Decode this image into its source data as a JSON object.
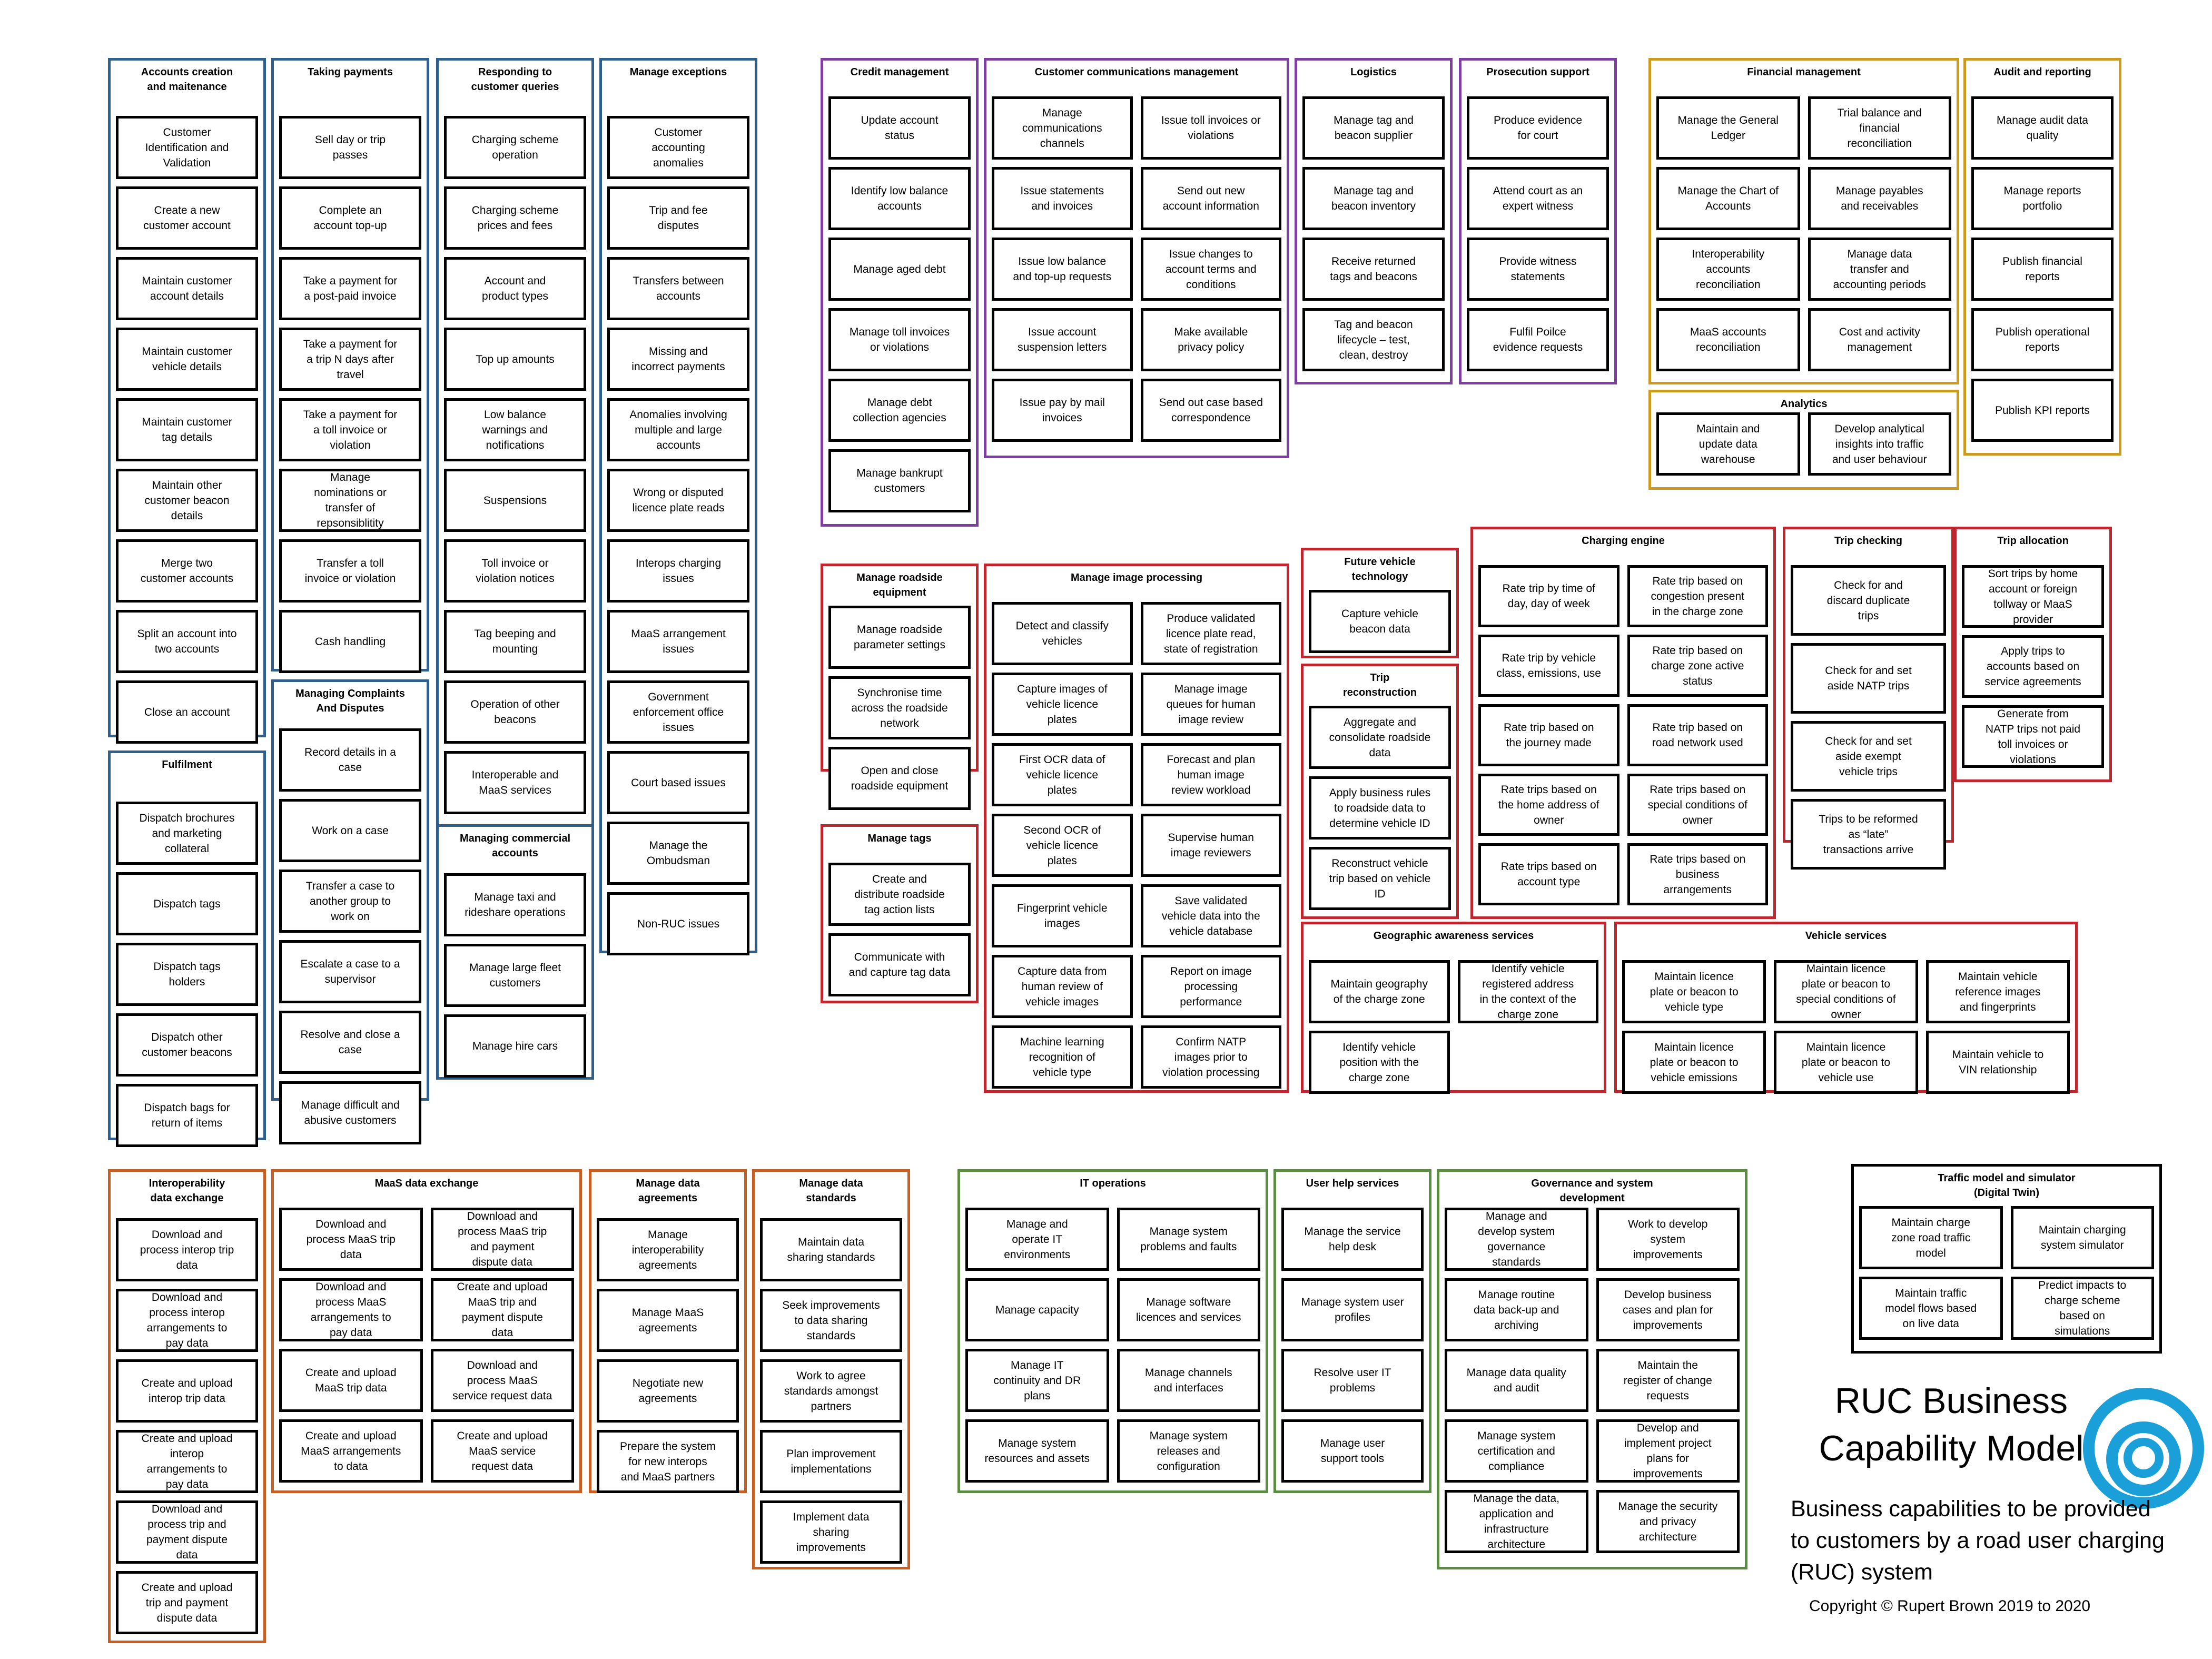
{
  "colors": {
    "blue": "#2f5f8a",
    "purple": "#7d3f9f",
    "gold": "#cc9a21",
    "red": "#c0262e",
    "orange": "#c85f22",
    "green": "#5b8c43",
    "black": "#000000",
    "logo": "#1a9fd9"
  },
  "legend": {
    "title": "RUC Business Capability Model",
    "description": "Business capabilities to be provided\nto customers by a road user charging\n(RUC) system",
    "copyright": "Copyright © Rupert Brown  2019 to 2020",
    "logo_icon": "concentric-ring-logo-icon"
  },
  "groups": [
    {
      "title": "Accounts creation\nand maitenance",
      "color": "blue",
      "items": [
        "Customer\nIdentification and\nValidation",
        "Create a new\ncustomer account",
        "Maintain customer\naccount details",
        "Maintain customer\nvehicle details",
        "Maintain customer\ntag details",
        "Maintain other\ncustomer beacon\ndetails",
        "Merge two\ncustomer accounts",
        "Split an account into\ntwo accounts",
        "Close an account"
      ]
    },
    {
      "title": "Taking payments",
      "color": "blue",
      "items": [
        "Sell day or trip\npasses",
        "Complete an\naccount top-up",
        "Take a payment for\na post-paid invoice",
        "Take a payment for\na trip N days after\ntravel",
        "Take a payment for\na toll invoice or\nviolation",
        "Manage\nnominations or\ntransfer of\nrepsonsiblitity",
        "Transfer a toll\ninvoice or violation",
        "Cash handling"
      ]
    },
    {
      "title": "Responding to\ncustomer queries",
      "color": "blue",
      "items": [
        "Charging scheme\noperation",
        "Charging scheme\nprices and fees",
        "Account and\nproduct types",
        "Top up amounts",
        "Low balance\nwarnings and\nnotifications",
        "Suspensions",
        "Toll invoice or\nviolation notices",
        "Tag beeping and\nmounting",
        "Operation of other\nbeacons",
        "Interoperable and\nMaaS services"
      ]
    },
    {
      "title": "Manage exceptions",
      "color": "blue",
      "items": [
        "Customer\naccounting\nanomalies",
        "Trip and fee\ndisputes",
        "Transfers between\naccounts",
        "Missing and\nincorrect payments",
        "Anomalies involving\nmultiple and large\naccounts",
        "Wrong or disputed\nlicence plate reads",
        "Interops charging\nissues",
        "MaaS arrangement\nissues",
        "Government\nenforcement office\nissues",
        "Court based issues",
        "Manage the\nOmbudsman",
        "Non-RUC issues"
      ]
    },
    {
      "title": "Fulfilment",
      "color": "blue",
      "items": [
        "Dispatch brochures\nand marketing\ncollateral",
        "Dispatch tags",
        "Dispatch tags\nholders",
        "Dispatch other\ncustomer beacons",
        "Dispatch bags for\nreturn of items"
      ]
    },
    {
      "title": "Managing Complaints\nAnd Disputes",
      "color": "blue",
      "items": [
        "Record details in a\ncase",
        "Work on a case",
        "Transfer a case to\nanother group to\nwork on",
        "Escalate a case to a\nsupervisor",
        "Resolve and close a\ncase",
        "Manage difficult and\nabusive customers"
      ]
    },
    {
      "title": "Managing commercial\naccounts",
      "color": "blue",
      "items": [
        "Manage taxi and\nrideshare operations",
        "Manage large fleet\ncustomers",
        "Manage hire cars"
      ]
    },
    {
      "title": "Credit management",
      "color": "purple",
      "items": [
        "Update account\nstatus",
        "Identify low balance\naccounts",
        "Manage aged debt",
        "Manage toll invoices\nor violations",
        "Manage debt\ncollection agencies",
        "Manage bankrupt\ncustomers"
      ]
    },
    {
      "title": "Customer communications  management",
      "color": "purple",
      "items": [
        "Manage\ncommunications\nchannels",
        "Issue toll invoices or\nviolations",
        "Issue statements\nand invoices",
        "Send out new\naccount information",
        "Issue low balance\nand top-up requests",
        "Issue changes to\naccount terms and\nconditions",
        "Issue account\nsuspension letters",
        "Make available\nprivacy policy",
        "Issue pay by mail\ninvoices",
        "Send out case based\ncorrespondence"
      ]
    },
    {
      "title": "Logistics",
      "color": "purple",
      "items": [
        "Manage tag and\nbeacon supplier",
        "Manage tag and\nbeacon inventory",
        "Receive returned\ntags and beacons",
        "Tag and beacon\nlifecycle – test,\nclean, destroy"
      ]
    },
    {
      "title": "Prosecution support",
      "color": "purple",
      "items": [
        "Produce evidence\nfor court",
        "Attend court as an\nexpert witness",
        "Provide witness\nstatements",
        "Fulfil Poilce\nevidence requests"
      ]
    },
    {
      "title": "Financial management",
      "color": "gold",
      "items": [
        "Manage the General\nLedger",
        "Trial balance and\nfinancial\nreconciliation",
        "Manage the Chart of\nAccounts",
        "Manage payables\nand receivables",
        "Interoperability\naccounts\nreconciliation",
        "Manage data\ntransfer and\naccounting periods",
        "MaaS accounts\nreconciliation",
        "Cost and activity\nmanagement"
      ]
    },
    {
      "title": "Audit and reporting",
      "color": "gold",
      "items": [
        "Manage audit data\nquality",
        "Manage reports\nportfolio",
        "Publish financial\nreports",
        "Publish operational\nreports",
        "Publish KPI reports"
      ]
    },
    {
      "title": "Analytics",
      "color": "gold",
      "items": [
        "Maintain and\nupdate data\nwarehouse",
        "Develop analytical\ninsights into traffic\nand user behaviour"
      ]
    },
    {
      "title": "Manage roadside\nequipment",
      "color": "red",
      "items": [
        "Manage roadside\nparameter settings",
        "Synchronise time\nacross the roadside\nnetwork",
        "Open and close\nroadside equipment"
      ]
    },
    {
      "title": "Manage tags",
      "color": "red",
      "items": [
        "Create and\ndistribute roadside\ntag action lists",
        "Communicate with\nand capture tag data"
      ]
    },
    {
      "title": "Manage image processing",
      "color": "red",
      "items": [
        "Detect and classify\nvehicles",
        "Produce validated\nlicence plate read,\nstate of registration",
        "Capture images of\nvehicle licence\nplates",
        "Manage image\nqueues for human\nimage review",
        "First OCR data of\nvehicle licence\nplates",
        "Forecast and plan\nhuman image\nreview workload",
        "Second OCR of\nvehicle licence\nplates",
        "Supervise human\nimage reviewers",
        "Fingerprint vehicle\nimages",
        "Save validated\nvehicle data into the\nvehicle database",
        "Capture data from\nhuman review of\nvehicle images",
        "Report on image\nprocessing\nperformance",
        "Machine learning\nrecognition of\nvehicle type",
        "Confirm NATP\nimages prior to\nviolation processing"
      ]
    },
    {
      "title": "Future vehicle\ntechnology",
      "color": "red",
      "items": [
        "Capture vehicle\nbeacon data"
      ]
    },
    {
      "title": "Trip\nreconstruction",
      "color": "red",
      "items": [
        "Aggregate and\nconsolidate roadside\ndata",
        "Apply business rules\nto roadside data to\ndetermine vehicle ID",
        "Reconstruct vehicle\ntrip based on vehicle\nID"
      ]
    },
    {
      "title": "Charging engine",
      "color": "red",
      "items": [
        "Rate trip by time of\nday, day of week",
        "Rate trip based on\ncongestion present\nin the charge zone",
        "Rate trip by vehicle\nclass, emissions, use",
        "Rate trip based on\ncharge zone active\nstatus",
        "Rate trip based on\nthe journey made",
        "Rate trip based on\nroad network used",
        "Rate trips based on\nthe home address of\nowner",
        "Rate trips based on\nspecial conditions of\nowner",
        "Rate trips based on\naccount type",
        "Rate trips based on\nbusiness\narrangements"
      ]
    },
    {
      "title": "Trip checking",
      "color": "red",
      "items": [
        "Check for and\ndiscard duplicate\ntrips",
        "Check for and set\naside NATP trips",
        "Check for and set\naside exempt\nvehicle trips",
        "Trips to be reformed\nas “late”\ntransactions arrive"
      ]
    },
    {
      "title": "Trip allocation",
      "color": "red",
      "items": [
        "Sort trips by home\naccount or foreign\ntollway or MaaS\nprovider",
        "Apply trips to\naccounts based on\nservice agreements",
        "Generate from\nNATP trips not paid\ntoll invoices or\nviolations"
      ]
    },
    {
      "title": "Geographic awareness services",
      "color": "red",
      "items": [
        "Maintain geography\nof the charge zone",
        "Identify vehicle\nregistered address\nin the context of the\ncharge zone",
        "Identify vehicle\nposition with the\ncharge zone"
      ]
    },
    {
      "title": "Vehicle services",
      "color": "red",
      "items": [
        "Maintain licence\nplate or beacon to\nvehicle type",
        "Maintain licence\nplate or beacon to\nspecial conditions of\nowner",
        "Maintain vehicle\nreference images\nand fingerprints",
        "Maintain licence\nplate or beacon to\nvehicle emissions",
        "Maintain licence\nplate or beacon to\nvehicle use",
        "Maintain vehicle to\nVIN relationship"
      ]
    },
    {
      "title": "Interoperability\ndata exchange",
      "color": "orange",
      "items": [
        "Download and\nprocess interop trip\ndata",
        "Download and\nprocess interop\narrangements to\npay data",
        "Create and upload\ninterop trip data",
        "Create and upload\ninterop\narrangements to\npay data",
        "Download and\nprocess trip and\npayment dispute\ndata",
        "Create and upload\ntrip and payment\ndispute data"
      ]
    },
    {
      "title": "MaaS data exchange",
      "color": "orange",
      "items": [
        "Download and\nprocess MaaS trip\ndata",
        "Download and\nprocess MaaS trip\nand payment\ndispute data",
        "Download and\nprocess MaaS\narrangements to\npay data",
        "Create and upload\nMaaS trip and\npayment dispute\ndata",
        "Create and upload\nMaaS trip data",
        "Download and\nprocess MaaS\nservice request data",
        "Create and upload\nMaaS arrangements\nto data",
        "Create and upload\nMaaS service\nrequest data"
      ]
    },
    {
      "title": "Manage data\nagreements",
      "color": "orange",
      "items": [
        "Manage\ninteroperability\nagreements",
        "Manage MaaS\nagreements",
        "Negotiate new\nagreements",
        "Prepare the system\nfor new interops\nand MaaS partners"
      ]
    },
    {
      "title": "Manage data\nstandards",
      "color": "orange",
      "items": [
        "Maintain data\nsharing standards",
        "Seek improvements\nto data sharing\nstandards",
        "Work to agree\nstandards amongst\npartners",
        "Plan improvement\nimplementations",
        "Implement data\nsharing\nimprovements"
      ]
    },
    {
      "title": "IT operations",
      "color": "green",
      "items": [
        "Manage and\noperate IT\nenvironments",
        "Manage system\nproblems and faults",
        "Manage capacity",
        "Manage software\nlicences and services",
        "Manage IT\ncontinuity and DR\nplans",
        "Manage channels\nand interfaces",
        "Manage system\nresources and assets",
        "Manage system\nreleases and\nconfiguration"
      ]
    },
    {
      "title": "User help services",
      "color": "green",
      "items": [
        "Manage the service\nhelp desk",
        "Manage system user\nprofiles",
        "Resolve user IT\nproblems",
        "Manage user\nsupport tools"
      ]
    },
    {
      "title": "Governance and system\ndevelopment",
      "color": "green",
      "items": [
        "Manage and\ndevelop system\ngovernance\nstandards",
        "Work to develop\nsystem\nimprovements",
        "Manage routine\ndata back-up and\narchiving",
        "Develop business\ncases and plan for\nimprovements",
        "Manage data quality\nand audit",
        "Maintain the\nregister of change\nrequests",
        "Manage system\ncertification and\ncompliance",
        "Develop and\nimplement project\nplans for\nimprovements",
        "Manage the data,\napplication and\ninfrastructure\narchitecture",
        "Manage the security\nand privacy\narchitecture"
      ]
    },
    {
      "title": "Traffic model and simulator\n(Digital Twin)",
      "color": "black",
      "items": [
        "Maintain charge\nzone road traffic\nmodel",
        "Maintain charging\nsystem simulator",
        "Maintain traffic\nmodel flows based\non live data",
        "Predict impacts to\ncharge scheme\nbased on\nsimulations"
      ]
    }
  ]
}
